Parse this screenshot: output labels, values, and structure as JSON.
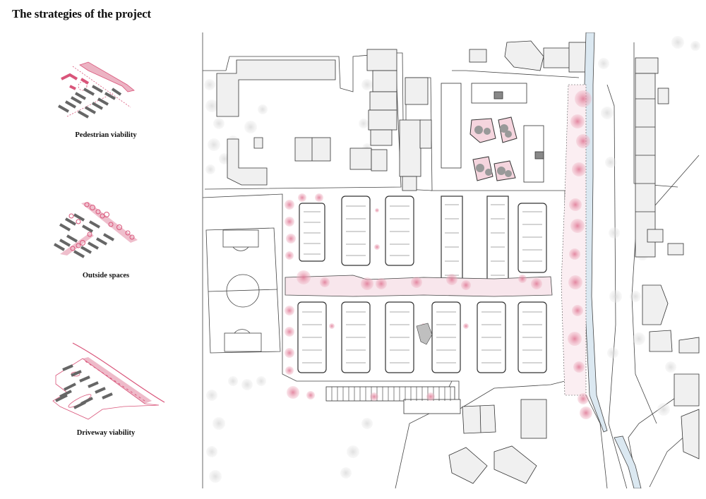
{
  "page": {
    "title": "The strategies of the project"
  },
  "strategies": [
    {
      "label": "Pedestrian viability",
      "icon": "pedestrian-diagram"
    },
    {
      "label": "Outside spaces",
      "icon": "outside-spaces-diagram"
    },
    {
      "label": "Driveway viability",
      "icon": "driveway-diagram"
    }
  ],
  "colors": {
    "accent_pink": "#d9557a",
    "light_pink": "#ecb3c3",
    "tree_pink": "#e07b97",
    "building_gray": "#f0f0f0",
    "block_dark": "#595959",
    "water_blue": "#dbe8f1",
    "line": "#333333"
  },
  "map": {
    "description": "site-plan",
    "legend": []
  }
}
